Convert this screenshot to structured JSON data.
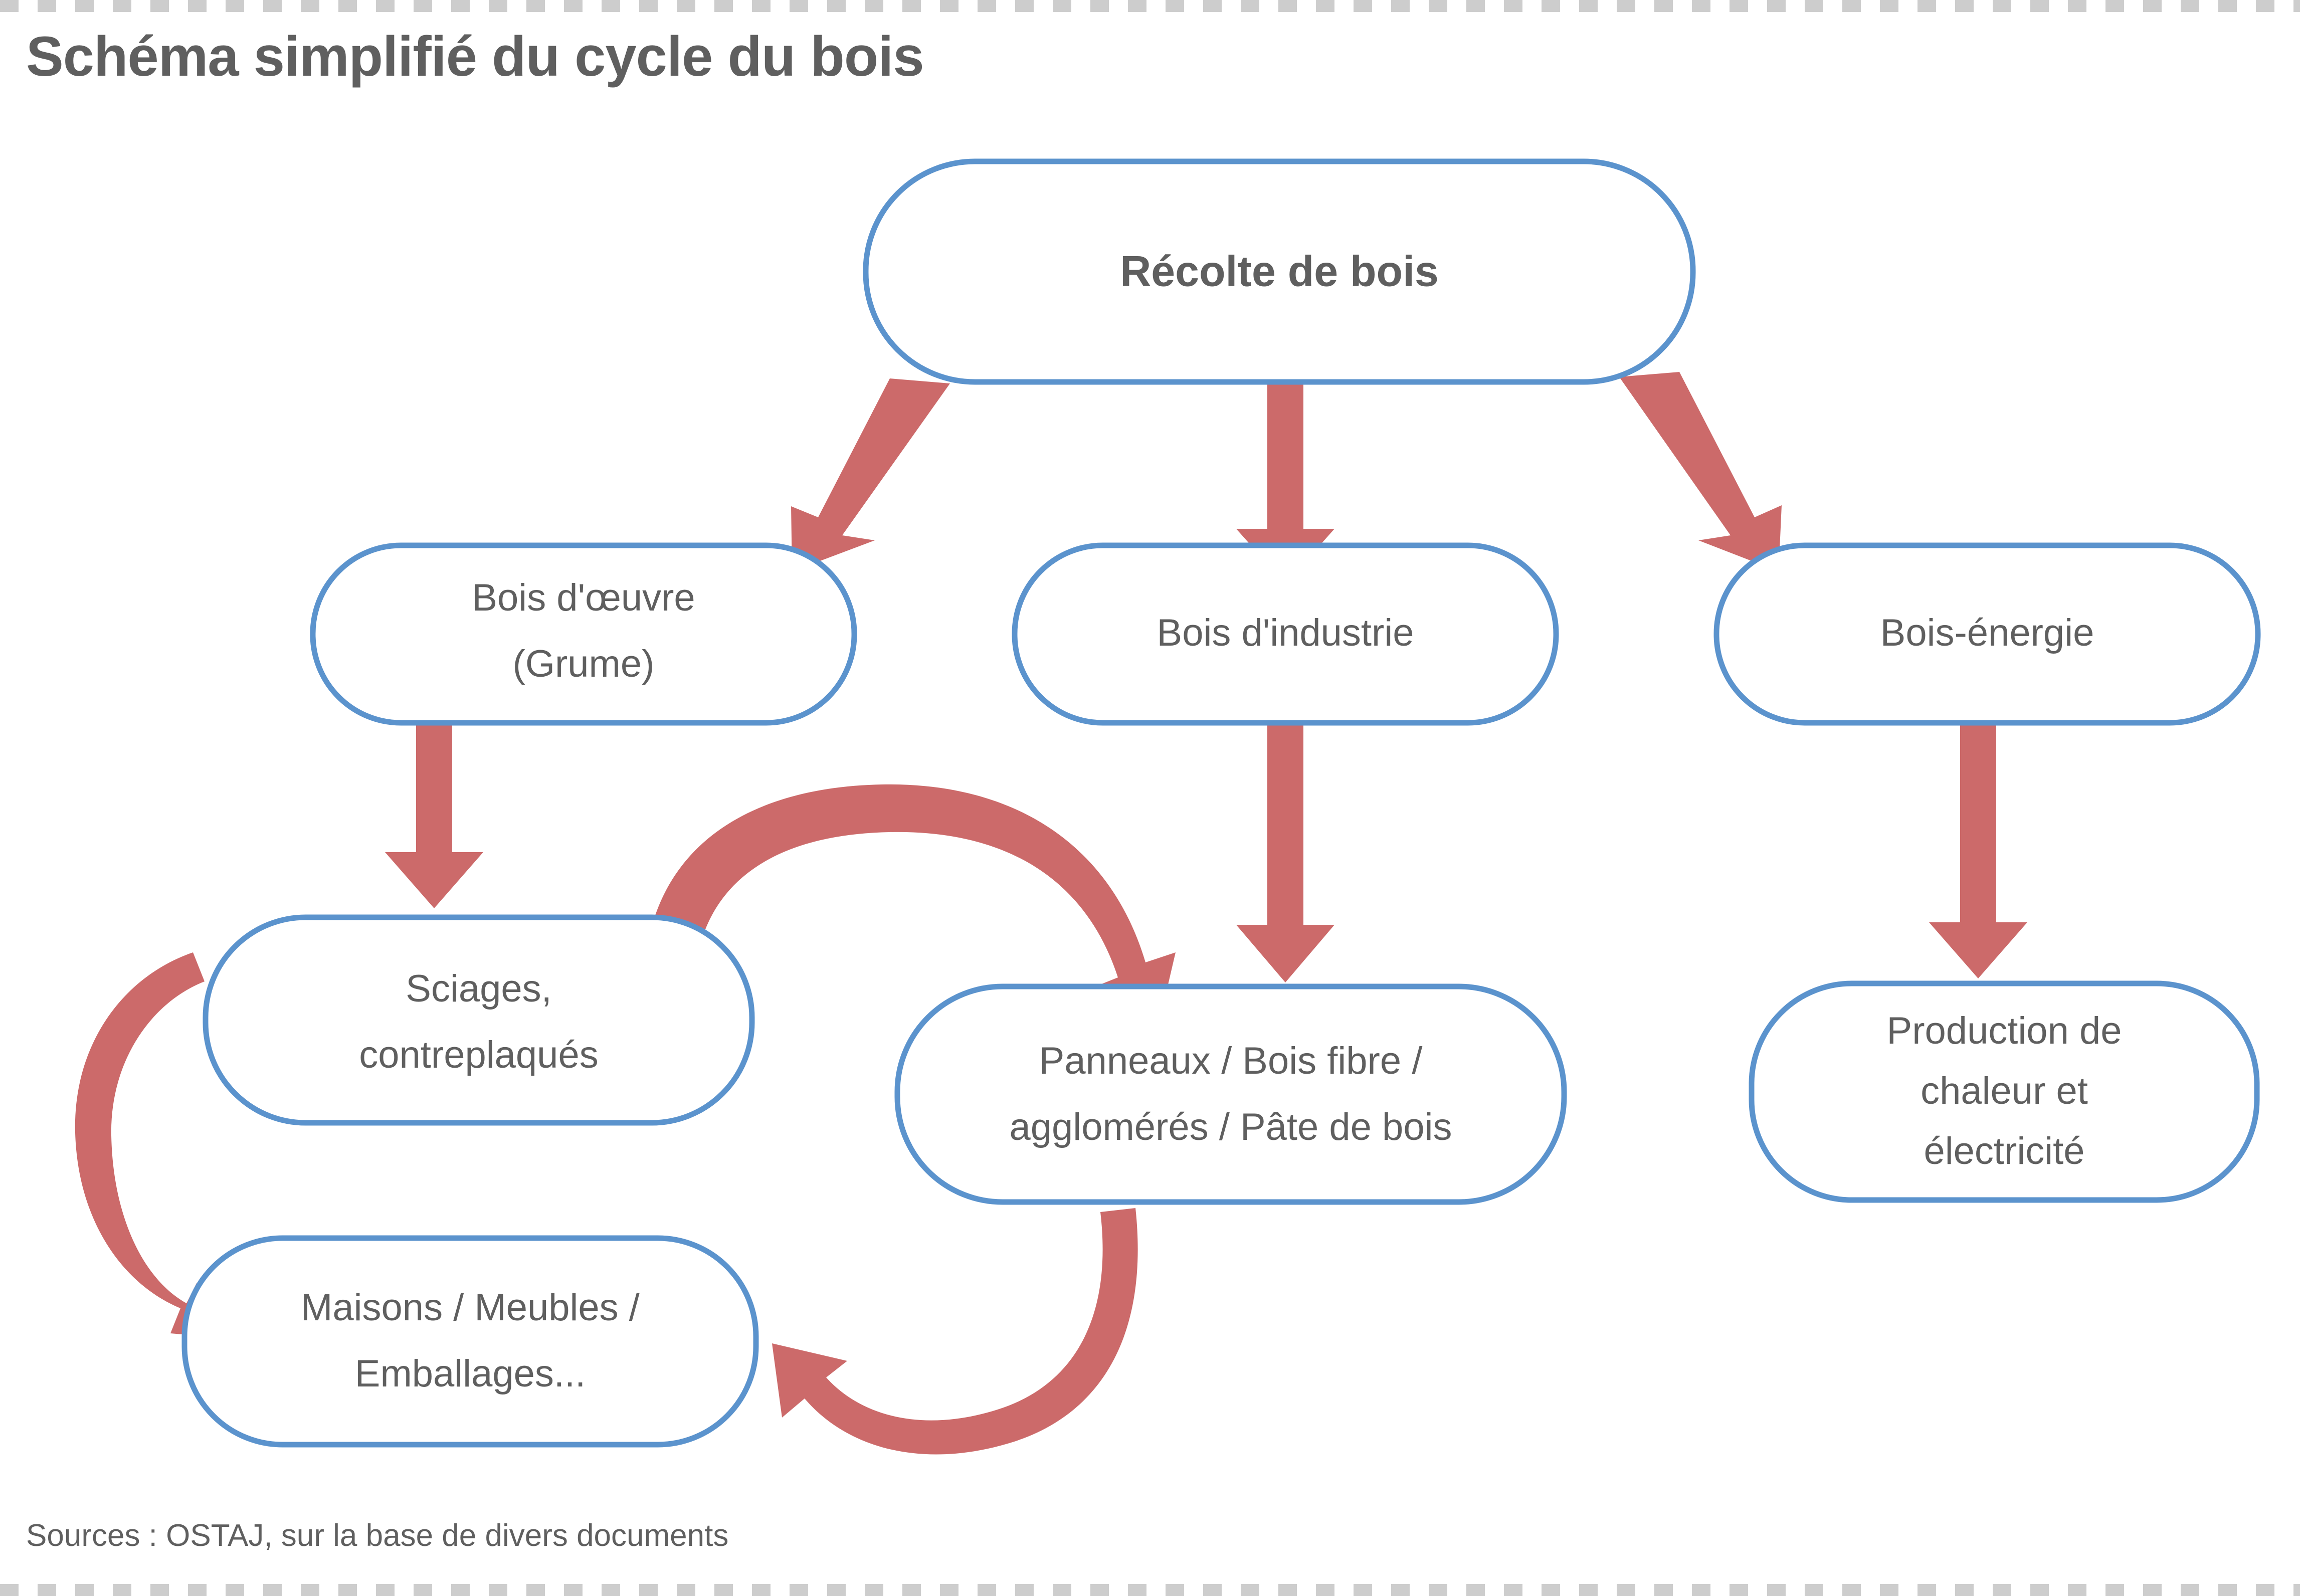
{
  "page": {
    "title": "Schéma simplifié du cycle du bois",
    "source": "Sources : OSTAJ, sur la base de divers documents",
    "background": "#ffffff",
    "border_pattern_color": "#cdcdcd"
  },
  "theme": {
    "node_border": "#5b93cd",
    "node_fill": "#ffffff",
    "text_color": "#5f5f5f",
    "arrow_color": "#cc6a6a"
  },
  "chart_data": {
    "type": "diagram",
    "title": "Schéma simplifié du cycle du bois",
    "subtitle": "",
    "nodes": [
      {
        "id": "recolte",
        "label": "Récolte de bois",
        "level": 0,
        "emphasis": "bold"
      },
      {
        "id": "oeuvre",
        "label": "Bois d'œuvre\n(Grume)",
        "level": 1,
        "emphasis": "normal"
      },
      {
        "id": "industrie",
        "label": "Bois d'industrie",
        "level": 1,
        "emphasis": "normal"
      },
      {
        "id": "energie",
        "label": "Bois-énergie",
        "level": 1,
        "emphasis": "normal"
      },
      {
        "id": "sciages",
        "label": "Sciages,\ncontreplaqués",
        "level": 2,
        "emphasis": "normal"
      },
      {
        "id": "panneaux",
        "label": "Panneaux / Bois fibre /\nagglomérés / Pâte de bois",
        "level": 2,
        "emphasis": "normal"
      },
      {
        "id": "production",
        "label": "Production de\nchaleur et\nélectricité",
        "level": 2,
        "emphasis": "normal"
      },
      {
        "id": "maisons",
        "label": "Maisons / Meubles /\nEmballages...",
        "level": 3,
        "emphasis": "normal"
      }
    ],
    "edges": [
      {
        "from": "recolte",
        "to": "oeuvre",
        "style": "straight-diagonal"
      },
      {
        "from": "recolte",
        "to": "industrie",
        "style": "straight-vertical"
      },
      {
        "from": "recolte",
        "to": "energie",
        "style": "straight-diagonal"
      },
      {
        "from": "oeuvre",
        "to": "sciages",
        "style": "straight-vertical"
      },
      {
        "from": "industrie",
        "to": "panneaux",
        "style": "straight-vertical"
      },
      {
        "from": "energie",
        "to": "production",
        "style": "straight-vertical"
      },
      {
        "from": "sciages",
        "to": "panneaux",
        "style": "curved"
      },
      {
        "from": "sciages",
        "to": "maisons",
        "style": "curved"
      },
      {
        "from": "panneaux",
        "to": "maisons",
        "style": "curved"
      }
    ]
  },
  "labels": {
    "recolte": {
      "line1": "Récolte de bois"
    },
    "oeuvre": {
      "line1": "Bois d'œuvre",
      "line2": "(Grume)"
    },
    "industrie": {
      "line1": "Bois d'industrie"
    },
    "energie": {
      "line1": "Bois-énergie"
    },
    "sciages": {
      "line1": "Sciages,",
      "line2": "contreplaqués"
    },
    "panneaux": {
      "line1": "Panneaux / Bois fibre /",
      "line2": "agglomérés / Pâte de bois"
    },
    "production": {
      "line1": "Production de",
      "line2": "chaleur et",
      "line3": "électricité"
    },
    "maisons": {
      "line1": "Maisons / Meubles /",
      "line2": "Emballages..."
    }
  }
}
